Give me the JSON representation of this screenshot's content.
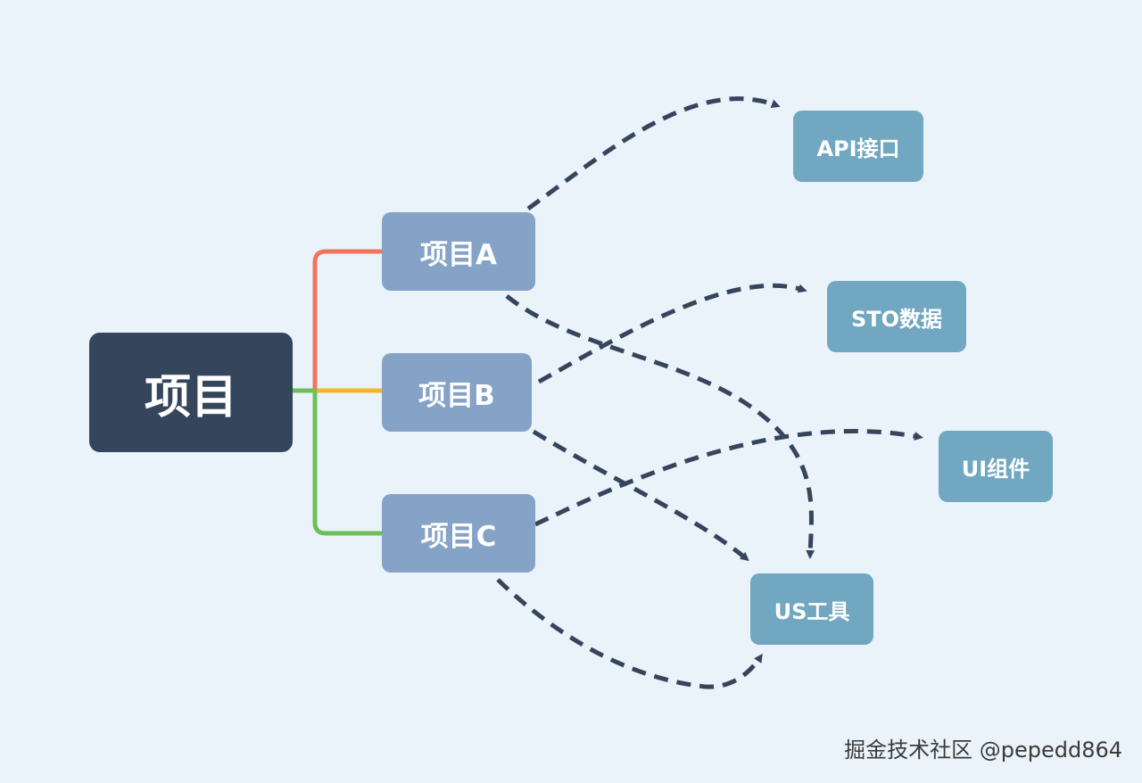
{
  "root": {
    "label": "项目"
  },
  "branches": [
    {
      "label": "项目A",
      "color": "#F07460"
    },
    {
      "label": "项目B",
      "color": "#F7B52C"
    },
    {
      "label": "项目C",
      "color": "#6CC057"
    }
  ],
  "targets": {
    "api": "API接口",
    "sto": "STO数据",
    "ui": "UI组件",
    "us": "US工具"
  },
  "watermark": "掘金技术社区 @pepedd864",
  "colors": {
    "background": "#EAF3F9",
    "root_fill": "#34455C",
    "branch_fill": "#85A2C7",
    "leaf_fill": "#71A7C0",
    "dependency_arrow": "#34455C"
  }
}
